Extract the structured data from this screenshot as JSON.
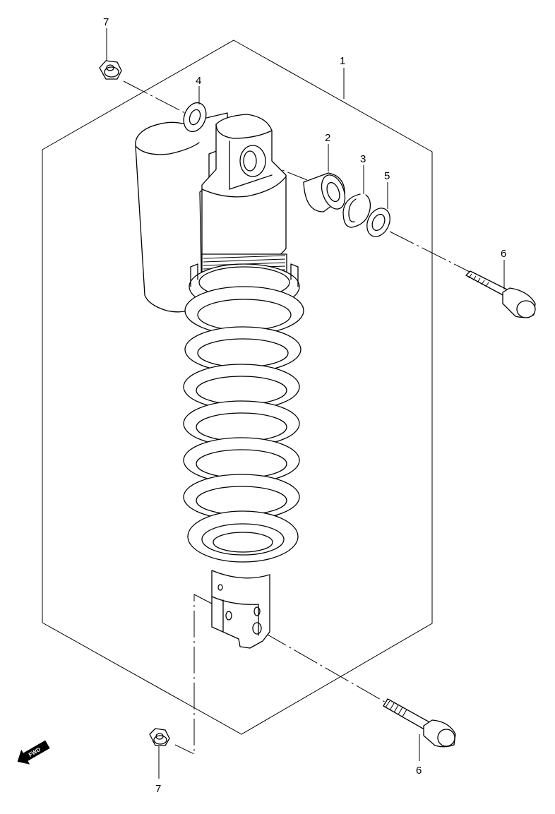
{
  "callouts": [
    {
      "id": "p1",
      "label": "1"
    },
    {
      "id": "p2",
      "label": "2"
    },
    {
      "id": "p3",
      "label": "3"
    },
    {
      "id": "p4",
      "label": "4"
    },
    {
      "id": "p5",
      "label": "5"
    },
    {
      "id": "p6a",
      "label": "6"
    },
    {
      "id": "p6b",
      "label": "6"
    },
    {
      "id": "p7a",
      "label": "7"
    },
    {
      "id": "p7b",
      "label": "7"
    }
  ],
  "fwd_badge": {
    "label": "FWD",
    "icon": "fwd-arrow-icon"
  }
}
